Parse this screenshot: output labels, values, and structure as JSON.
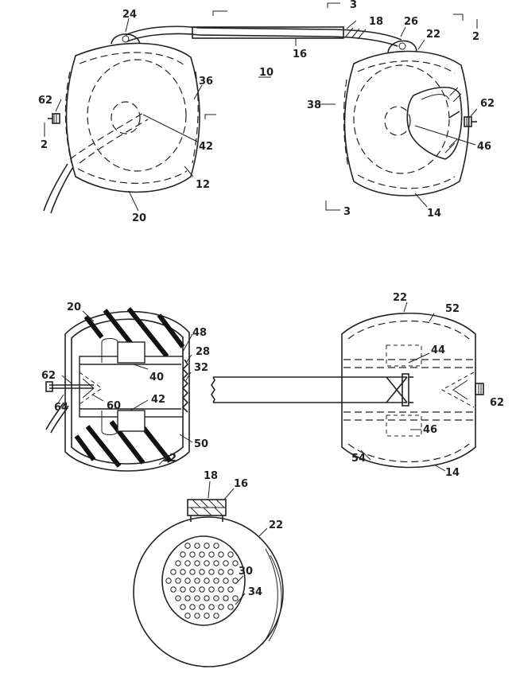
{
  "figure1": {
    "labels": {
      "l24": "24",
      "l3a": "3",
      "l18": "18",
      "l26": "26",
      "l22": "22",
      "l2a": "2",
      "l10": "10",
      "l16": "16",
      "l36": "36",
      "l38": "38",
      "l62a": "62",
      "l62b": "62",
      "l2b": "2",
      "l42": "42",
      "l46": "46",
      "l12": "12",
      "l20": "20",
      "l14": "14",
      "l3b": "3"
    }
  },
  "figure2": {
    "labels": {
      "l20": "20",
      "l48": "48",
      "l22": "22",
      "l52": "52",
      "l28": "28",
      "l44": "44",
      "l32": "32",
      "l62a": "62",
      "l40": "40",
      "l64": "64",
      "l60": "60",
      "l42": "42",
      "l62b": "62",
      "l46": "46",
      "l50": "50",
      "l12": "12",
      "l54": "54",
      "l14": "14"
    }
  },
  "figure3": {
    "labels": {
      "l18": "18",
      "l16": "16",
      "l22": "22",
      "l30": "30",
      "l34": "34"
    }
  }
}
